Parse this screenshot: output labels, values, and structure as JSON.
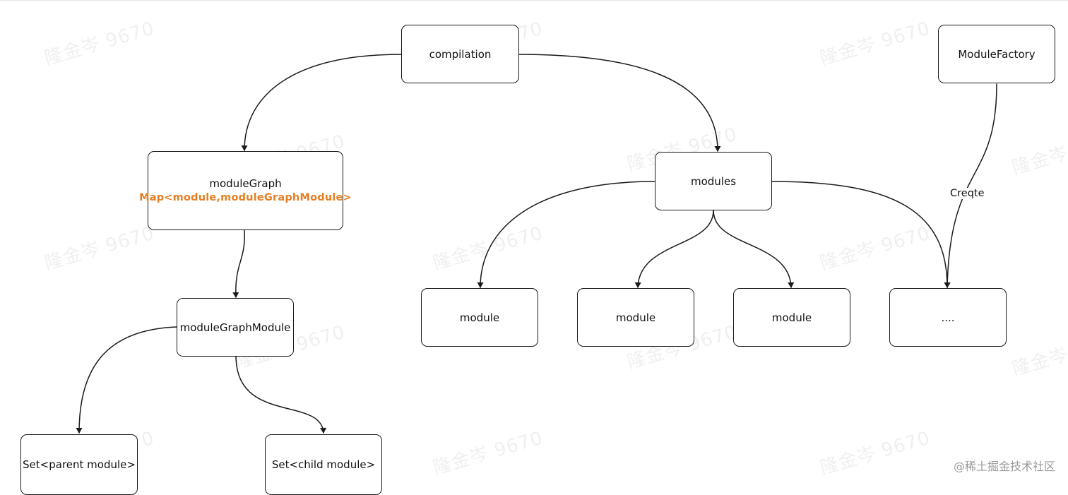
{
  "watermark_text": "隆金岑 9670",
  "credit": "@稀土掘金技术社区",
  "nodes": {
    "compilation": {
      "label": "compilation"
    },
    "module_factory": {
      "label": "ModuleFactory"
    },
    "module_graph": {
      "label": "moduleGraph",
      "sublabel": "Map<module,moduleGraphModule>"
    },
    "modules": {
      "label": "modules"
    },
    "module_graph_module": {
      "label": "moduleGraphModule"
    },
    "module_1": {
      "label": "module"
    },
    "module_2": {
      "label": "module"
    },
    "module_3": {
      "label": "module"
    },
    "ellipsis": {
      "label": "...."
    },
    "set_parent": {
      "label": "Set<parent module>"
    },
    "set_child": {
      "label": "Set<child module>"
    }
  },
  "edges": {
    "create_label": "Creqte"
  },
  "colors": {
    "stroke": "#1a1a1a",
    "highlight": "#e67e22",
    "watermark": "#000000"
  }
}
